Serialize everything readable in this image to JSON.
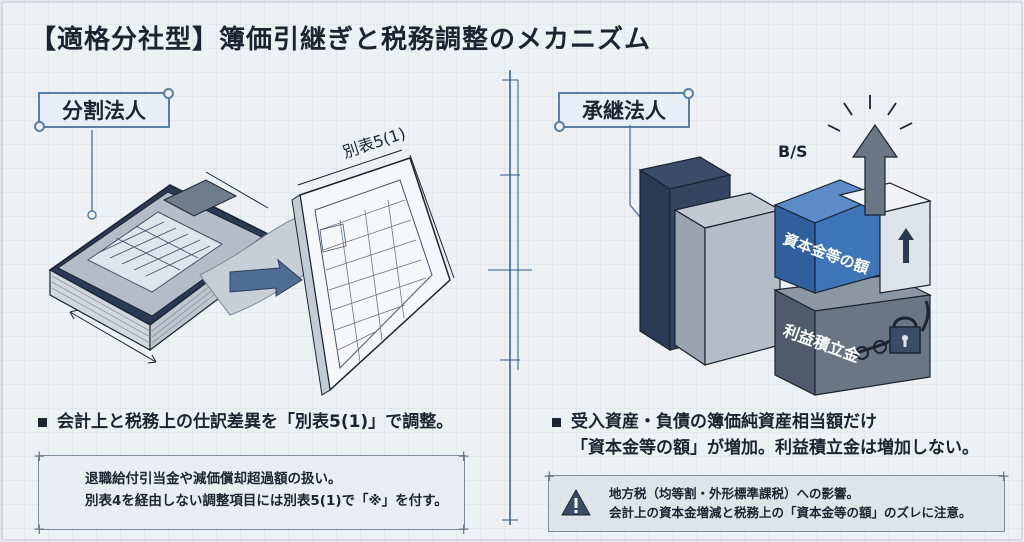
{
  "title": "【適格分社型】簿価引継ぎと税務調整のメカニズム",
  "left": {
    "tag": "分割法人",
    "form_label": "別表5(1)",
    "bullet": "会計上と税務上の仕訳差異を「別表5(1)」で調整。",
    "note": {
      "line1": "退職給付引当金や減価償却超過額の扱い。",
      "line2": "別表4を経由しない調整項目には別表5(1)で「※」を付す。"
    }
  },
  "right": {
    "tag": "承継法人",
    "bs_label": "B/S",
    "capital_label": "資本金等の額",
    "retained_label": "利益積立金",
    "bullet_line1": "受入資産・負債の簿価純資産相当額だけ",
    "bullet_line2": "「資本金等の額」が増加。利益積立金は増加しない。",
    "warning": {
      "line1": "地方税（均等割・外形標準課税）への影響。",
      "line2": "会計上の資本金増減と税務上の「資本金等の額」のズレに注意。"
    }
  },
  "colors": {
    "accent": "#2b5a8c",
    "navy": "#2a3a55",
    "light_blue": "#3e74b8"
  }
}
